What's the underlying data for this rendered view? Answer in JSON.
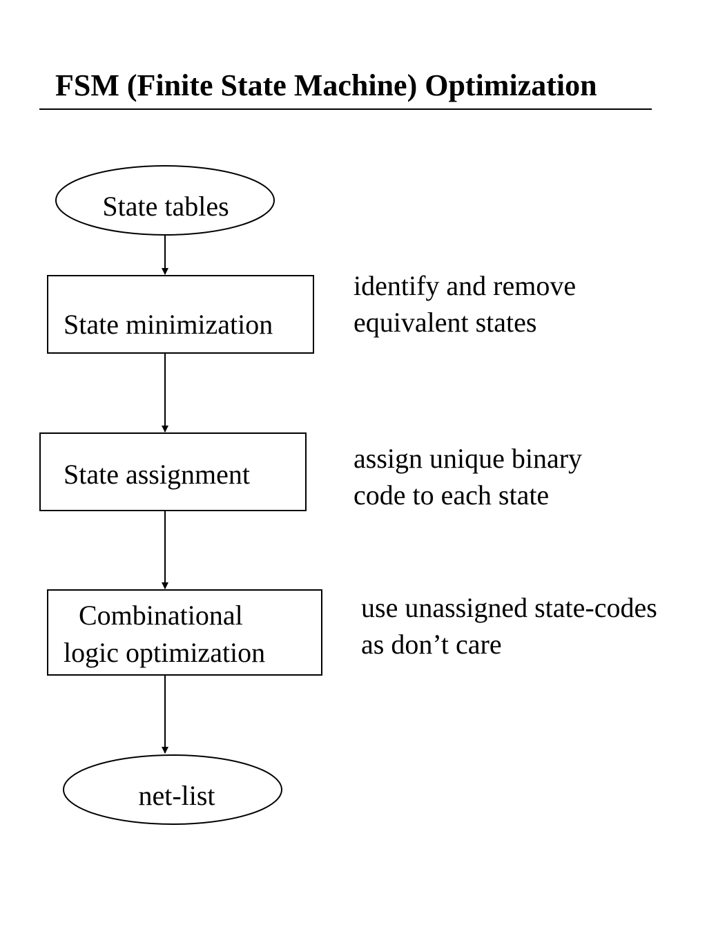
{
  "title": "FSM (Finite State Machine) Optimization",
  "nodes": {
    "start": {
      "shape": "ellipse",
      "label": "State tables"
    },
    "minimization": {
      "shape": "rectangle",
      "label": "State minimization"
    },
    "assignment": {
      "shape": "rectangle",
      "label": "State assignment"
    },
    "combinational": {
      "shape": "rectangle",
      "lines": [
        "Combinational",
        "logic optimization"
      ]
    },
    "end": {
      "shape": "ellipse",
      "label": "net-list"
    }
  },
  "edges": [
    {
      "from": "start",
      "to": "minimization"
    },
    {
      "from": "minimization",
      "to": "assignment"
    },
    {
      "from": "assignment",
      "to": "combinational"
    },
    {
      "from": "combinational",
      "to": "end"
    }
  ],
  "notes": {
    "minimization": [
      "identify and remove",
      "equivalent states"
    ],
    "assignment": [
      "assign unique binary",
      "code to each state"
    ],
    "combinational": [
      "use unassigned state-codes",
      "as don’t care"
    ]
  },
  "colors": {
    "stroke": "#000000",
    "background": "#ffffff"
  }
}
